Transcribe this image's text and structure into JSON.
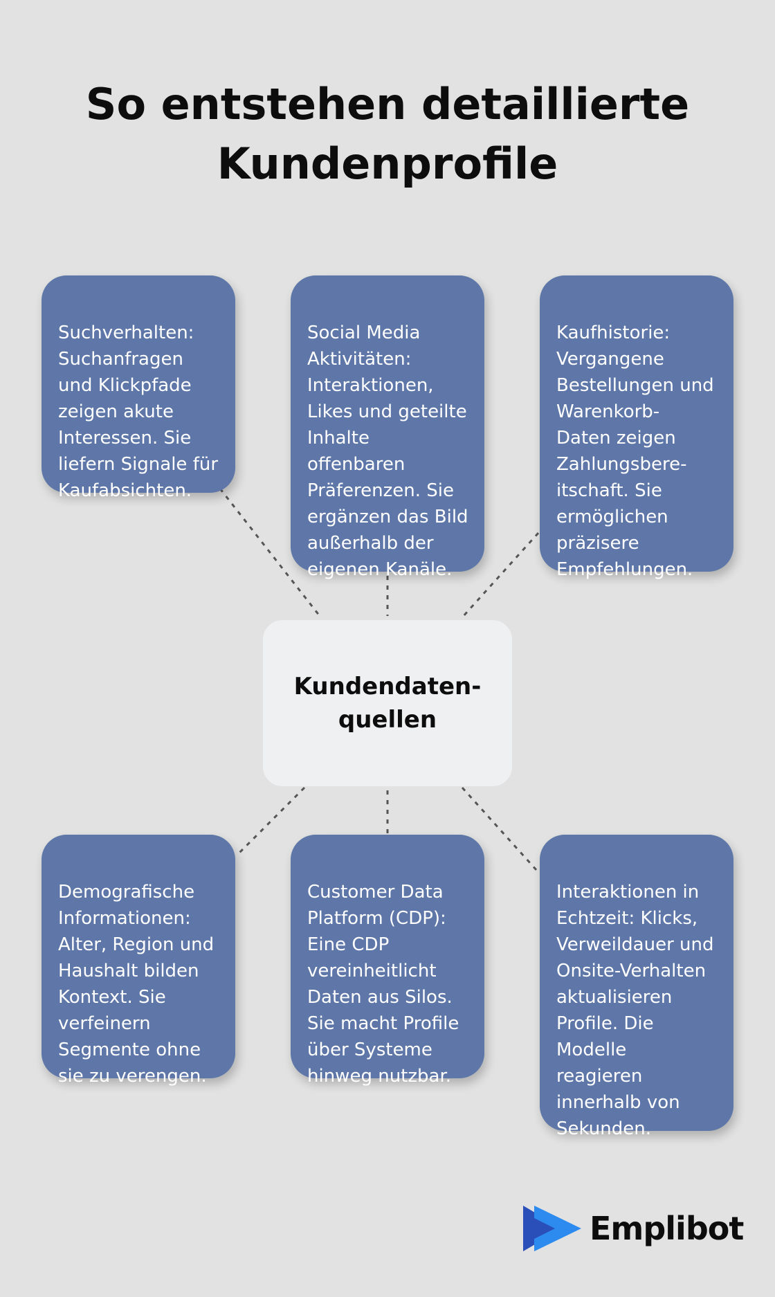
{
  "title": {
    "line1": "So entstehen detaillierte",
    "line2": "Kundenprofile"
  },
  "center": {
    "label": "Kundendaten-\nquellen"
  },
  "boxes": {
    "search": "Suchverhalten:\nSuchanfragen\nund Klickpfade\nzeigen akute\nInteressen. Sie\nliefern Signale für\nKaufabsichten.",
    "social": "Social Media\nAktivitäten:\nInteraktionen,\nLikes und geteilte\nInhalte\noffenbaren\nPräferenzen. Sie\nergänzen das Bild\naußerhalb der\neigenen Kanäle.",
    "purchase": "Kaufhistorie:\nVergangene\nBestellungen und\nWarenkorb-\nDaten zeigen\nZahlungsbere-\nitschaft. Sie\nermöglichen\npräzisere\nEmpfehlungen.",
    "demographic": "Demografische\nInformationen:\nAlter, Region und\nHaushalt bilden\nKontext. Sie\nverfeinern\nSegmente ohne\nsie zu verengen.",
    "cdp": "Customer Data\nPlatform (CDP):\nEine CDP\nvereinheitlicht\nDaten aus Silos.\nSie macht Profile\nüber Systeme\nhinweg nutzbar.",
    "realtime": "Interaktionen in\nEchtzeit: Klicks,\nVerweildauer und\nOnsite-Verhalten\naktualisieren\nProfile. Die\nModelle\nreagieren\ninnerhalb von\nSekunden."
  },
  "logo": {
    "text": "Emplibot",
    "icon": "play-arrow-logo-icon"
  },
  "colors": {
    "background": "#e1e2e1",
    "box": "#5e77a8",
    "center": "#eff0f1",
    "logo_blue": "#2d8bf0",
    "logo_dark": "#2a4fb8"
  }
}
